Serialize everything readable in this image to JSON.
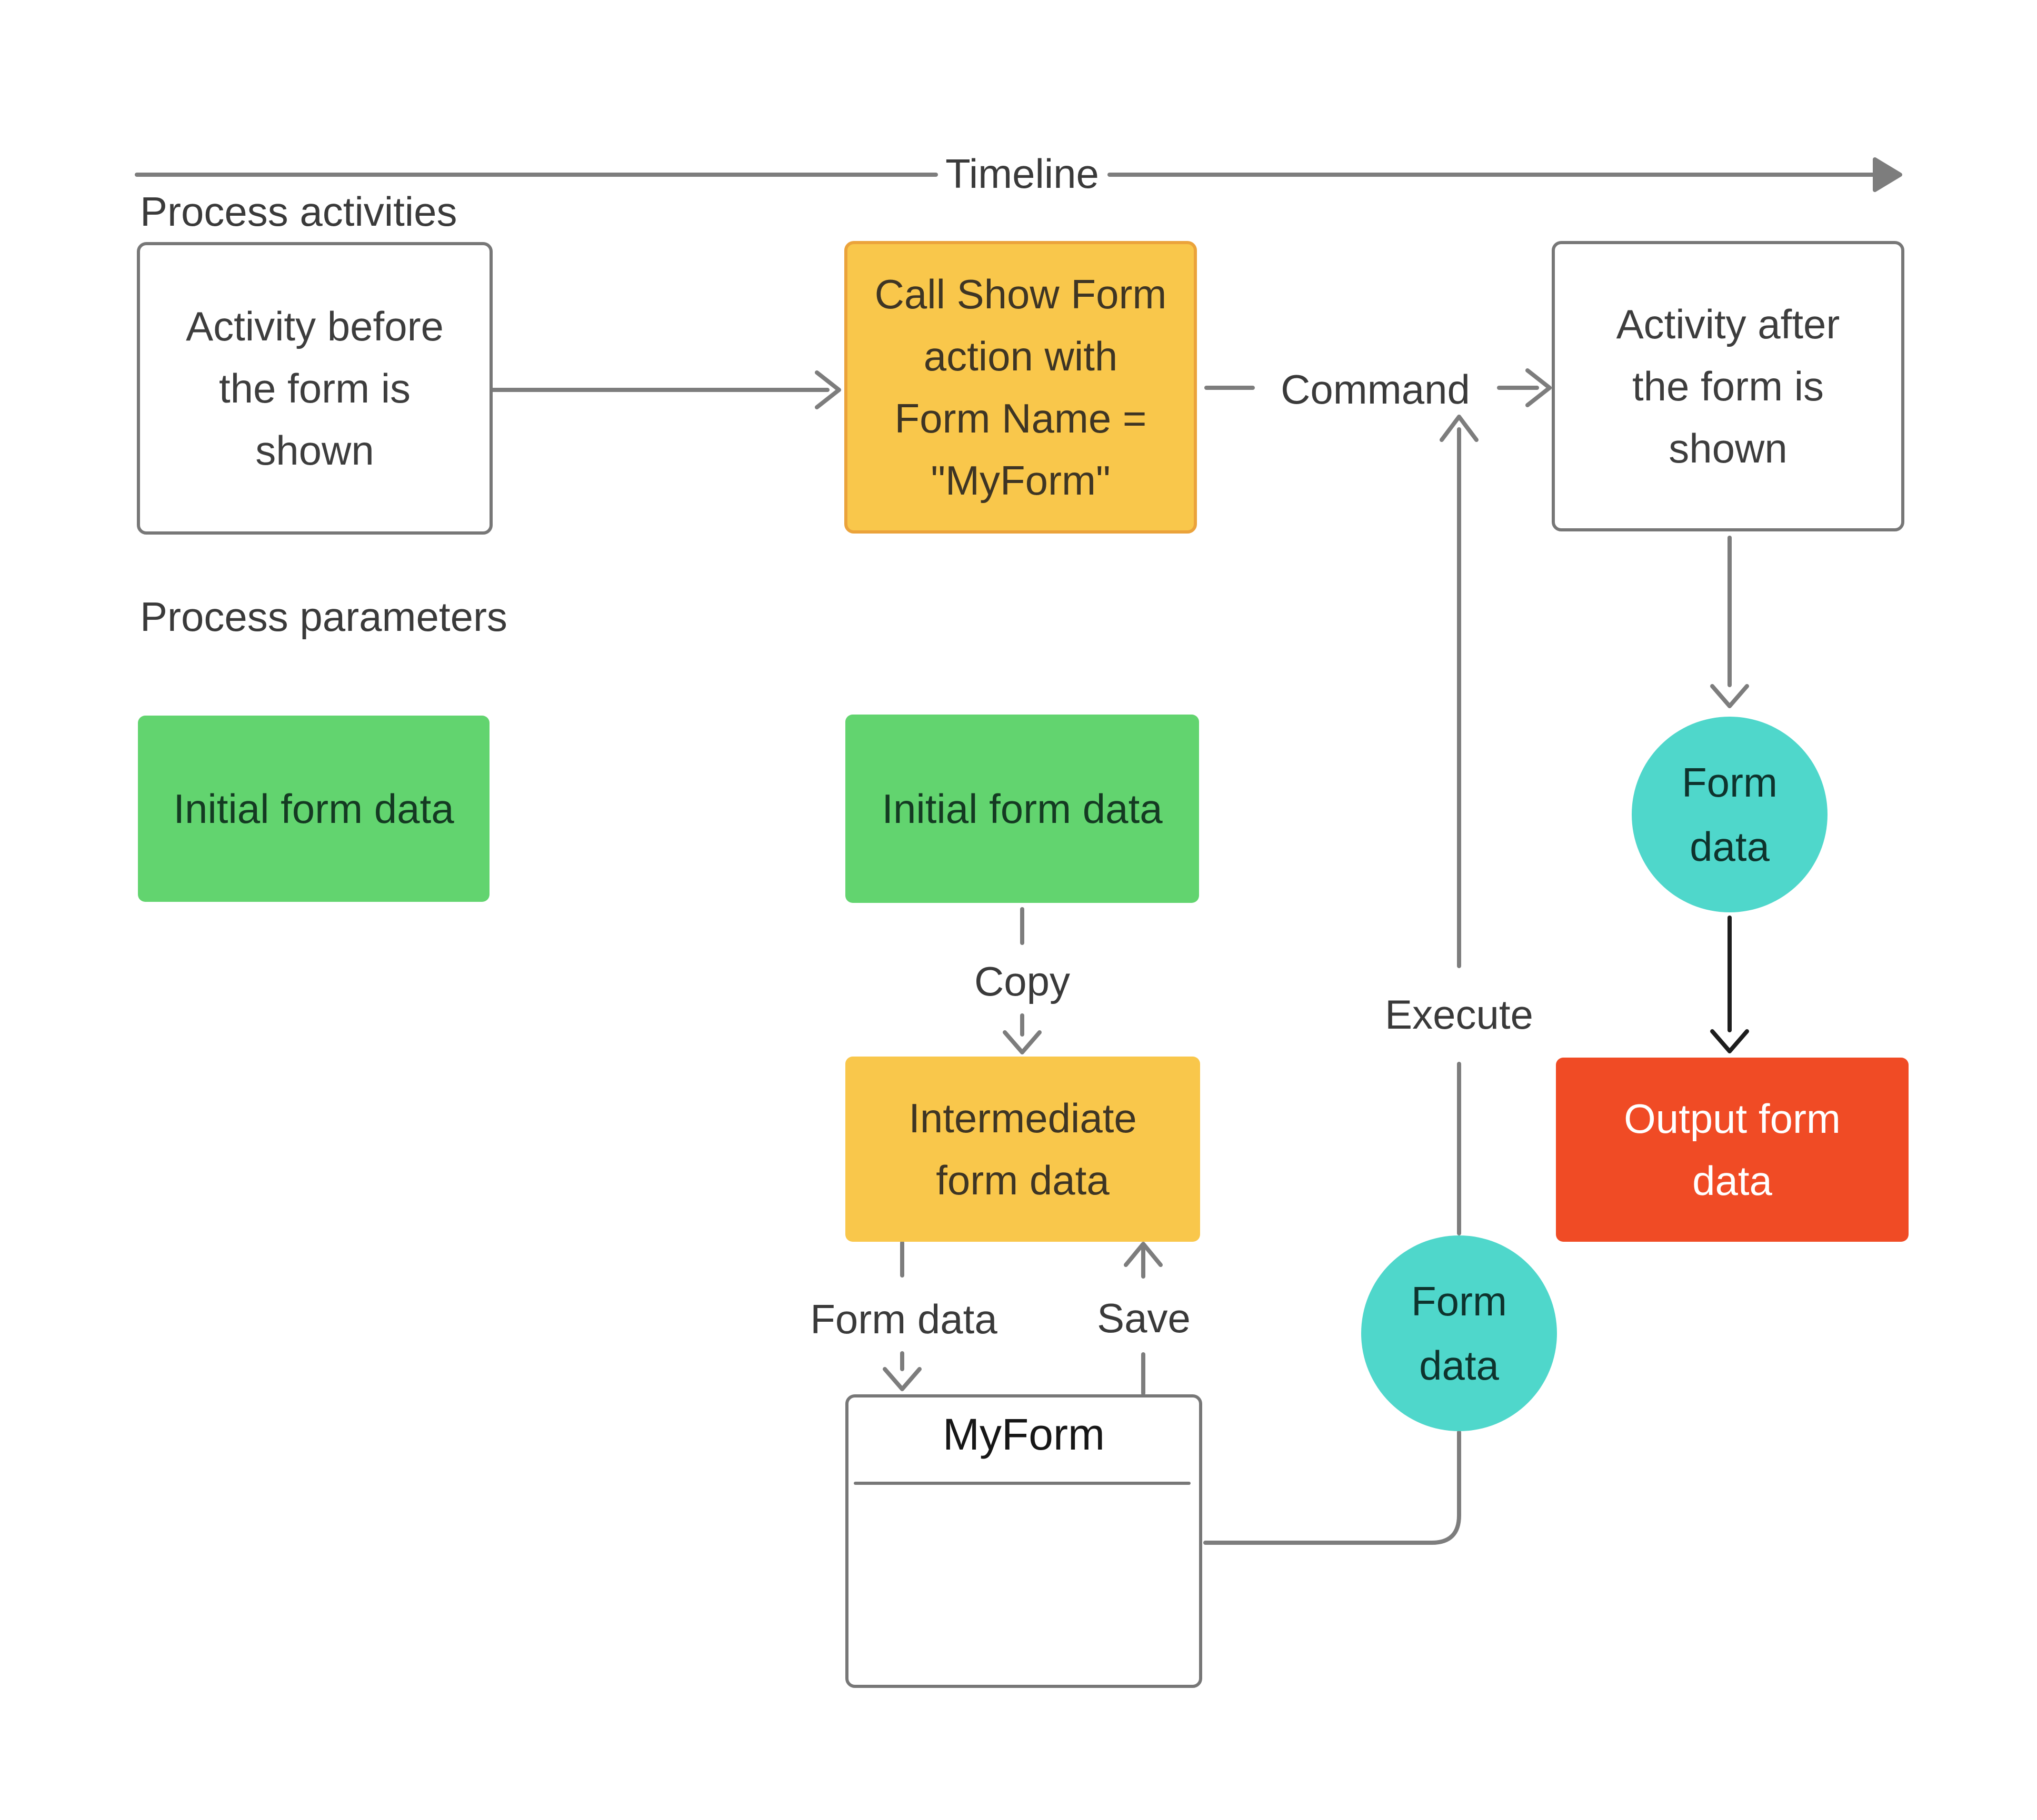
{
  "labels": {
    "timeline": "Timeline",
    "process_activities": "Process activities",
    "process_parameters": "Process parameters",
    "command": "Command",
    "copy": "Copy",
    "form_data": "Form data",
    "save": "Save",
    "execute": "Execute"
  },
  "nodes": {
    "activity_before": {
      "line1": "Activity before",
      "line2": "the form is",
      "line3": "shown"
    },
    "call_show_form": {
      "line1": "Call Show Form",
      "line2": "action with",
      "line3": "Form Name =",
      "line4": "\"MyForm\""
    },
    "activity_after": {
      "line1": "Activity after",
      "line2": "the form is",
      "line3": "shown"
    },
    "initial_form_data_left": {
      "line1": "Initial form data"
    },
    "initial_form_data_middle": {
      "line1": "Initial form data"
    },
    "intermediate_form_data": {
      "line1": "Intermediate",
      "line2": "form data"
    },
    "my_form": {
      "title": "MyForm"
    },
    "form_data_circle_timeline": {
      "line1": "Form",
      "line2": "data"
    },
    "form_data_circle_execute": {
      "line1": "Form",
      "line2": "data"
    },
    "output_form_data": {
      "line1": "Output form",
      "line2": "data"
    }
  },
  "colors": {
    "green_fill": "#62D46F",
    "green_text": "#143A22",
    "orange_fill": "#F9C74B",
    "orange_border": "#EBA33B",
    "orange_text": "#3E3524",
    "teal_fill": "#4FD7CB",
    "teal_text": "#0E332D",
    "red_fill": "#F04B25",
    "red_text": "#FFFFFF",
    "line_gray": "#7D7D7D",
    "border_gray": "#777777",
    "label_text": "#3A3A3A",
    "black_arrow": "#1D1D1D"
  }
}
